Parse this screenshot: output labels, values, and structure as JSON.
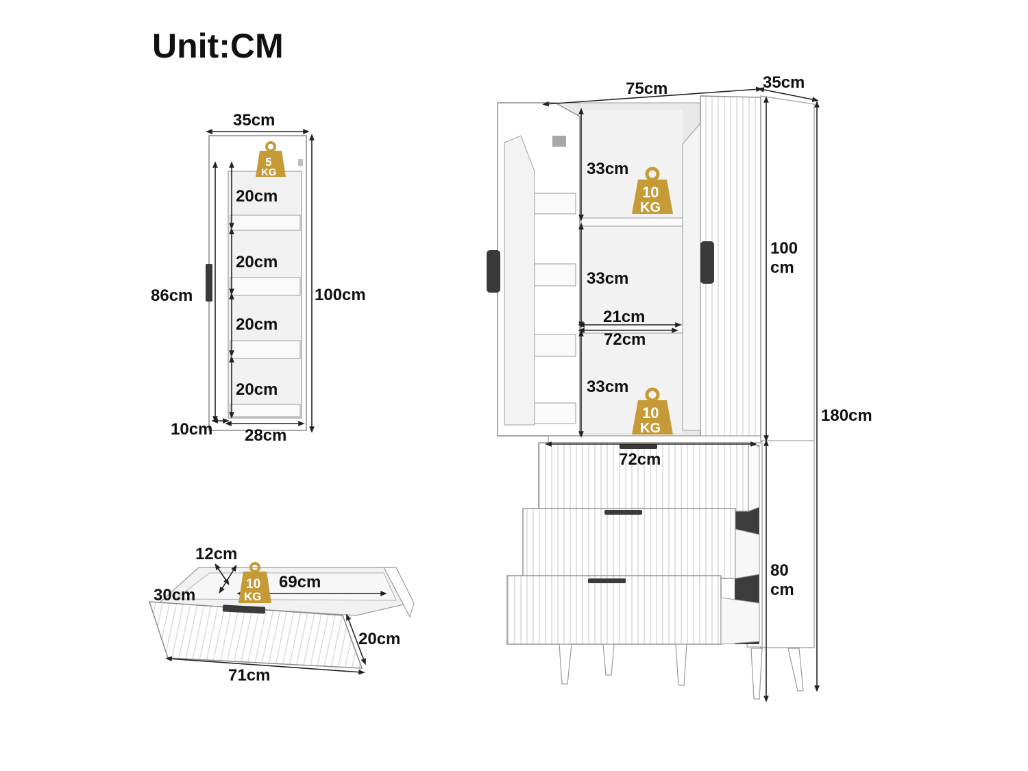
{
  "title": "Unit:CM",
  "door_view": {
    "width_label": "35cm",
    "load_badge": {
      "top": "5",
      "bottom": "KG"
    },
    "shelf_heights": [
      "20cm",
      "20cm",
      "20cm",
      "20cm"
    ],
    "inner_height": "86cm",
    "total_height": "100cm",
    "edge_depth": "10cm",
    "inner_width": "28cm"
  },
  "drawer_view": {
    "side_height": "12cm",
    "depth": "30cm",
    "inner_width": "69cm",
    "front_height": "20cm",
    "front_width": "71cm",
    "load_badge": {
      "top": "10",
      "bottom": "KG"
    }
  },
  "cabinet": {
    "width": "75cm",
    "depth": "35cm",
    "upper_height": "100\ncm",
    "upper_height_l1": "100",
    "upper_height_l2": "cm",
    "total_height": "180cm",
    "lower_height_l1": "80",
    "lower_height_l2": "cm",
    "shelf_gaps": [
      "33cm",
      "33cm",
      "33cm"
    ],
    "shelf_depth": "21cm",
    "shelf_width": "72cm",
    "drawer_width": "72cm",
    "load_badges": [
      {
        "top": "10",
        "bottom": "KG"
      },
      {
        "top": "10",
        "bottom": "KG"
      }
    ]
  }
}
